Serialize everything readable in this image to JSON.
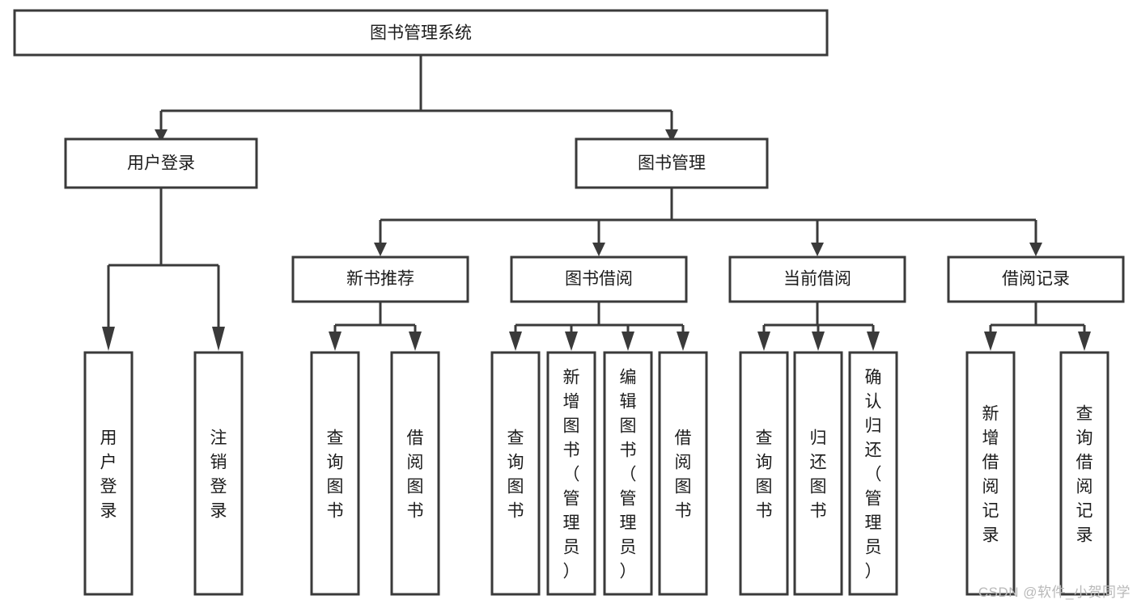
{
  "diagram": {
    "title": "图书管理系统",
    "type": "tree-hierarchy-chart",
    "watermark": "CSDN @软件_小贺同学",
    "colors": {
      "box_stroke": "#3a3a3a",
      "box_fill": "#ffffff",
      "text": "#1c1c1c",
      "connector": "#3a3a3a",
      "background": "#ffffff",
      "watermark": "#b9b9b9"
    },
    "nodes": {
      "root": {
        "id": "root",
        "label": "图书管理系统",
        "level": 1,
        "orientation": "horizontal"
      },
      "level2": [
        {
          "id": "user-login",
          "label": "用户登录",
          "level": 2,
          "orientation": "horizontal"
        },
        {
          "id": "book-management",
          "label": "图书管理",
          "level": 2,
          "orientation": "horizontal"
        }
      ],
      "level3": [
        {
          "id": "new-book-recommend",
          "label": "新书推荐",
          "level": 3,
          "orientation": "horizontal",
          "parent": "book-management"
        },
        {
          "id": "book-borrow",
          "label": "图书借阅",
          "level": 3,
          "orientation": "horizontal",
          "parent": "book-management"
        },
        {
          "id": "current-borrow",
          "label": "当前借阅",
          "level": 3,
          "orientation": "horizontal",
          "parent": "book-management"
        },
        {
          "id": "borrow-record",
          "label": "借阅记录",
          "level": 3,
          "orientation": "horizontal",
          "parent": "book-management"
        }
      ],
      "leaves": [
        {
          "id": "leaf-user-login",
          "label": "用户登录",
          "parent": "user-login",
          "orientation": "vertical"
        },
        {
          "id": "leaf-user-logout",
          "label": "注销登录",
          "parent": "user-login",
          "orientation": "vertical"
        },
        {
          "id": "leaf-query-book-1",
          "label": "查询图书",
          "parent": "new-book-recommend",
          "orientation": "vertical"
        },
        {
          "id": "leaf-borrow-book-1",
          "label": "借阅图书",
          "parent": "new-book-recommend",
          "orientation": "vertical"
        },
        {
          "id": "leaf-query-book-2",
          "label": "查询图书",
          "parent": "book-borrow",
          "orientation": "vertical"
        },
        {
          "id": "leaf-add-book",
          "label": "新增图书（管理员）",
          "parent": "book-borrow",
          "orientation": "vertical"
        },
        {
          "id": "leaf-edit-book",
          "label": "编辑图书（管理员）",
          "parent": "book-borrow",
          "orientation": "vertical"
        },
        {
          "id": "leaf-borrow-book-2",
          "label": "借阅图书",
          "parent": "book-borrow",
          "orientation": "vertical"
        },
        {
          "id": "leaf-query-book-3",
          "label": "查询图书",
          "parent": "current-borrow",
          "orientation": "vertical"
        },
        {
          "id": "leaf-return-book",
          "label": "归还图书",
          "parent": "current-borrow",
          "orientation": "vertical"
        },
        {
          "id": "leaf-confirm-return",
          "label": "确认归还（管理员）",
          "parent": "current-borrow",
          "orientation": "vertical"
        },
        {
          "id": "leaf-add-record",
          "label": "新增借阅记录",
          "parent": "borrow-record",
          "orientation": "vertical"
        },
        {
          "id": "leaf-query-record",
          "label": "查询借阅记录",
          "parent": "borrow-record",
          "orientation": "vertical"
        }
      ]
    }
  }
}
